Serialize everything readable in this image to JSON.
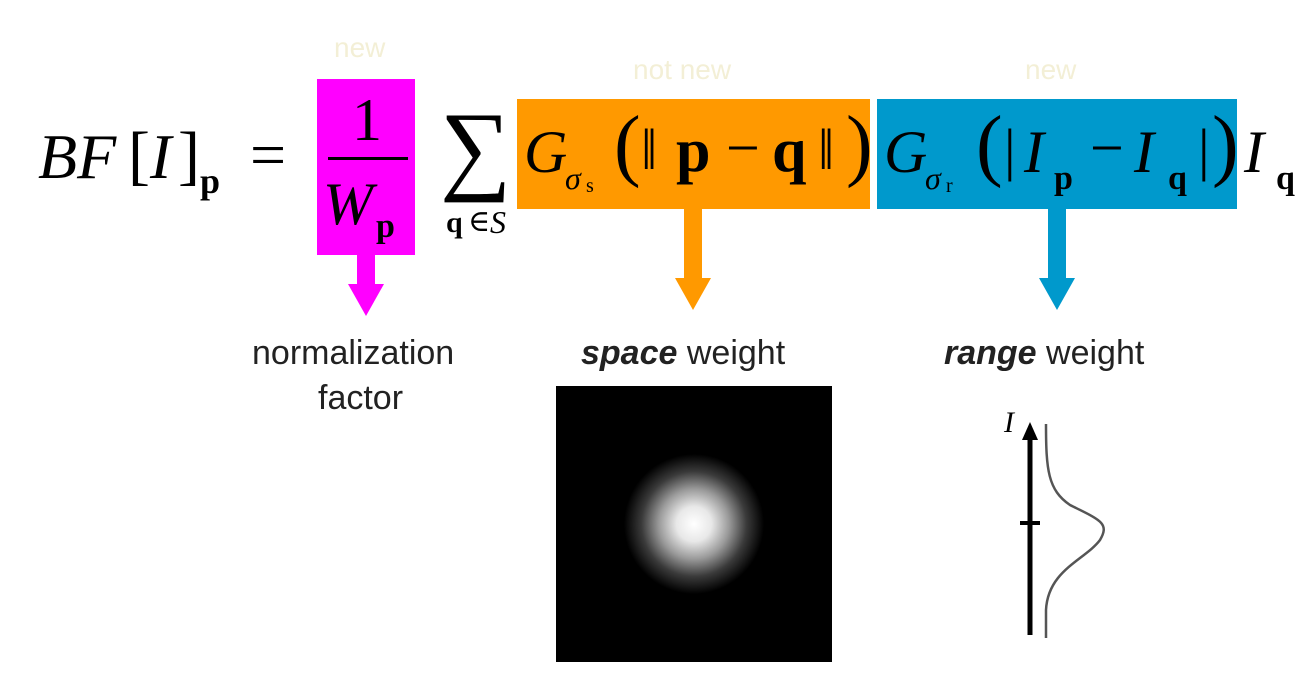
{
  "annotations": {
    "norm_tag": "new",
    "space_tag": "not new",
    "range_tag": "new"
  },
  "equation": {
    "lhs_BF": "BF",
    "lhs_open": "[",
    "lhs_I": "I",
    "lhs_close": "]",
    "lhs_sub": "p",
    "equals": "=",
    "frac_num": "1",
    "frac_den": "W",
    "frac_den_sub": "p",
    "sum": "∑",
    "sum_sub_q": "q",
    "sum_sub_in": "∈",
    "sum_sub_S": "S",
    "space_G": "G",
    "space_sigma": "σ",
    "space_sigma_sub": "s",
    "space_lparen": "(",
    "space_norm_l": "‖",
    "space_p": "p",
    "space_minus": "−",
    "space_q": "q",
    "space_norm_r": "‖",
    "space_rparen": ")",
    "range_G": "G",
    "range_sigma": "σ",
    "range_sigma_sub": "r",
    "range_lparen": "(",
    "range_bar_l": "|",
    "range_I1": "I",
    "range_p": "p",
    "range_minus": "−",
    "range_I2": "I",
    "range_q": "q",
    "range_bar_r": "|",
    "range_rparen": ")",
    "final_I": "I",
    "final_q": "q"
  },
  "labels": {
    "normalization_line1": "normalization",
    "normalization_line2": "factor",
    "space_bold": "space",
    "space_rest": " weight",
    "range_bold": "range",
    "range_rest": " weight"
  },
  "range_plot": {
    "axis_label": "I"
  },
  "colors": {
    "magenta": "#ff00ff",
    "orange": "#ff9900",
    "blue": "#0099cc",
    "tag_text": "#f3efd6"
  }
}
